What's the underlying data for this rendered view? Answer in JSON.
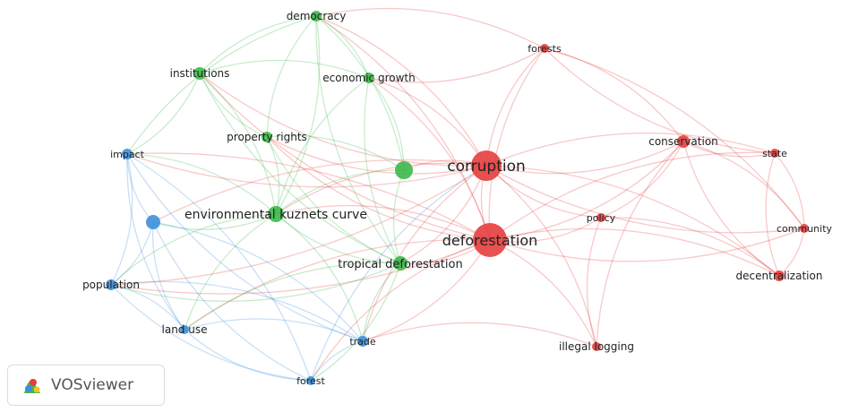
{
  "colors": {
    "red": "#e63e3e",
    "green": "#3cb94a",
    "blue": "#3d8fdb"
  },
  "nodes": [
    {
      "id": "corruption",
      "label": "corruption",
      "cluster": "red"
    },
    {
      "id": "deforestation",
      "label": "deforestation",
      "cluster": "red"
    },
    {
      "id": "forests",
      "label": "forests",
      "cluster": "red"
    },
    {
      "id": "conservation",
      "label": "conservation",
      "cluster": "red"
    },
    {
      "id": "state",
      "label": "state",
      "cluster": "red"
    },
    {
      "id": "community",
      "label": "community",
      "cluster": "red"
    },
    {
      "id": "decentralization",
      "label": "decentralization",
      "cluster": "red"
    },
    {
      "id": "policy",
      "label": "policy",
      "cluster": "red"
    },
    {
      "id": "illegal_logging",
      "label": "illegal logging",
      "cluster": "red"
    },
    {
      "id": "democracy",
      "label": "democracy",
      "cluster": "green"
    },
    {
      "id": "institutions",
      "label": "institutions",
      "cluster": "green"
    },
    {
      "id": "economic_growth",
      "label": "economic growth",
      "cluster": "green"
    },
    {
      "id": "property_rights",
      "label": "property rights",
      "cluster": "green"
    },
    {
      "id": "ekc",
      "label": "environmental kuznets curve",
      "cluster": "green"
    },
    {
      "id": "tropical_deforestation",
      "label": "tropical deforestation",
      "cluster": "green"
    },
    {
      "id": "green_unlabeled",
      "label": "",
      "cluster": "green"
    },
    {
      "id": "impact",
      "label": "impact",
      "cluster": "blue"
    },
    {
      "id": "blue_unlabeled",
      "label": "",
      "cluster": "blue"
    },
    {
      "id": "population",
      "label": "population",
      "cluster": "blue"
    },
    {
      "id": "land_use",
      "label": "land use",
      "cluster": "blue"
    },
    {
      "id": "trade",
      "label": "trade",
      "cluster": "blue"
    },
    {
      "id": "forest",
      "label": "forest",
      "cluster": "blue"
    }
  ],
  "edges": [
    [
      "corruption",
      "deforestation"
    ],
    [
      "corruption",
      "forests"
    ],
    [
      "corruption",
      "conservation"
    ],
    [
      "corruption",
      "state"
    ],
    [
      "corruption",
      "community"
    ],
    [
      "corruption",
      "decentralization"
    ],
    [
      "corruption",
      "policy"
    ],
    [
      "corruption",
      "illegal_logging"
    ],
    [
      "corruption",
      "democracy"
    ],
    [
      "corruption",
      "institutions"
    ],
    [
      "corruption",
      "economic_growth"
    ],
    [
      "corruption",
      "property_rights"
    ],
    [
      "corruption",
      "ekc"
    ],
    [
      "corruption",
      "tropical_deforestation"
    ],
    [
      "corruption",
      "green_unlabeled"
    ],
    [
      "corruption",
      "impact"
    ],
    [
      "corruption",
      "blue_unlabeled"
    ],
    [
      "corruption",
      "population"
    ],
    [
      "corruption",
      "trade"
    ],
    [
      "deforestation",
      "forests"
    ],
    [
      "deforestation",
      "conservation"
    ],
    [
      "deforestation",
      "state"
    ],
    [
      "deforestation",
      "community"
    ],
    [
      "deforestation",
      "decentralization"
    ],
    [
      "deforestation",
      "policy"
    ],
    [
      "deforestation",
      "illegal_logging"
    ],
    [
      "deforestation",
      "democracy"
    ],
    [
      "deforestation",
      "institutions"
    ],
    [
      "deforestation",
      "economic_growth"
    ],
    [
      "deforestation",
      "property_rights"
    ],
    [
      "deforestation",
      "ekc"
    ],
    [
      "deforestation",
      "tropical_deforestation"
    ],
    [
      "deforestation",
      "impact"
    ],
    [
      "deforestation",
      "population"
    ],
    [
      "deforestation",
      "land_use"
    ],
    [
      "deforestation",
      "trade"
    ],
    [
      "deforestation",
      "forest"
    ],
    [
      "forests",
      "conservation"
    ],
    [
      "forests",
      "state"
    ],
    [
      "forests",
      "community"
    ],
    [
      "forests",
      "democracy"
    ],
    [
      "forests",
      "economic_growth"
    ],
    [
      "conservation",
      "state"
    ],
    [
      "conservation",
      "community"
    ],
    [
      "conservation",
      "decentralization"
    ],
    [
      "conservation",
      "policy"
    ],
    [
      "conservation",
      "illegal_logging"
    ],
    [
      "state",
      "community"
    ],
    [
      "state",
      "decentralization"
    ],
    [
      "community",
      "decentralization"
    ],
    [
      "policy",
      "illegal_logging"
    ],
    [
      "policy",
      "decentralization"
    ],
    [
      "democracy",
      "institutions"
    ],
    [
      "democracy",
      "economic_growth"
    ],
    [
      "democracy",
      "property_rights"
    ],
    [
      "democracy",
      "ekc"
    ],
    [
      "democracy",
      "tropical_deforestation"
    ],
    [
      "democracy",
      "green_unlabeled"
    ],
    [
      "democracy",
      "impact"
    ],
    [
      "institutions",
      "economic_growth"
    ],
    [
      "institutions",
      "property_rights"
    ],
    [
      "institutions",
      "ekc"
    ],
    [
      "institutions",
      "tropical_deforestation"
    ],
    [
      "institutions",
      "impact"
    ],
    [
      "economic_growth",
      "ekc"
    ],
    [
      "economic_growth",
      "green_unlabeled"
    ],
    [
      "economic_growth",
      "tropical_deforestation"
    ],
    [
      "property_rights",
      "ekc"
    ],
    [
      "property_rights",
      "tropical_deforestation"
    ],
    [
      "property_rights",
      "green_unlabeled"
    ],
    [
      "ekc",
      "tropical_deforestation"
    ],
    [
      "ekc",
      "green_unlabeled"
    ],
    [
      "ekc",
      "impact"
    ],
    [
      "ekc",
      "blue_unlabeled"
    ],
    [
      "ekc",
      "population"
    ],
    [
      "ekc",
      "trade"
    ],
    [
      "ekc",
      "land_use"
    ],
    [
      "tropical_deforestation",
      "green_unlabeled"
    ],
    [
      "tropical_deforestation",
      "trade"
    ],
    [
      "tropical_deforestation",
      "forest"
    ],
    [
      "tropical_deforestation",
      "land_use"
    ],
    [
      "tropical_deforestation",
      "population"
    ],
    [
      "impact",
      "blue_unlabeled"
    ],
    [
      "impact",
      "population"
    ],
    [
      "impact",
      "land_use"
    ],
    [
      "impact",
      "forest"
    ],
    [
      "impact",
      "trade"
    ],
    [
      "blue_unlabeled",
      "population"
    ],
    [
      "blue_unlabeled",
      "land_use"
    ],
    [
      "blue_unlabeled",
      "trade"
    ],
    [
      "blue_unlabeled",
      "forest"
    ],
    [
      "population",
      "land_use"
    ],
    [
      "population",
      "forest"
    ],
    [
      "population",
      "trade"
    ],
    [
      "land_use",
      "forest"
    ],
    [
      "land_use",
      "trade"
    ],
    [
      "trade",
      "forest"
    ],
    [
      "forest",
      "corruption"
    ],
    [
      "illegal_logging",
      "trade"
    ]
  ],
  "badge": {
    "text": "VOSviewer"
  }
}
